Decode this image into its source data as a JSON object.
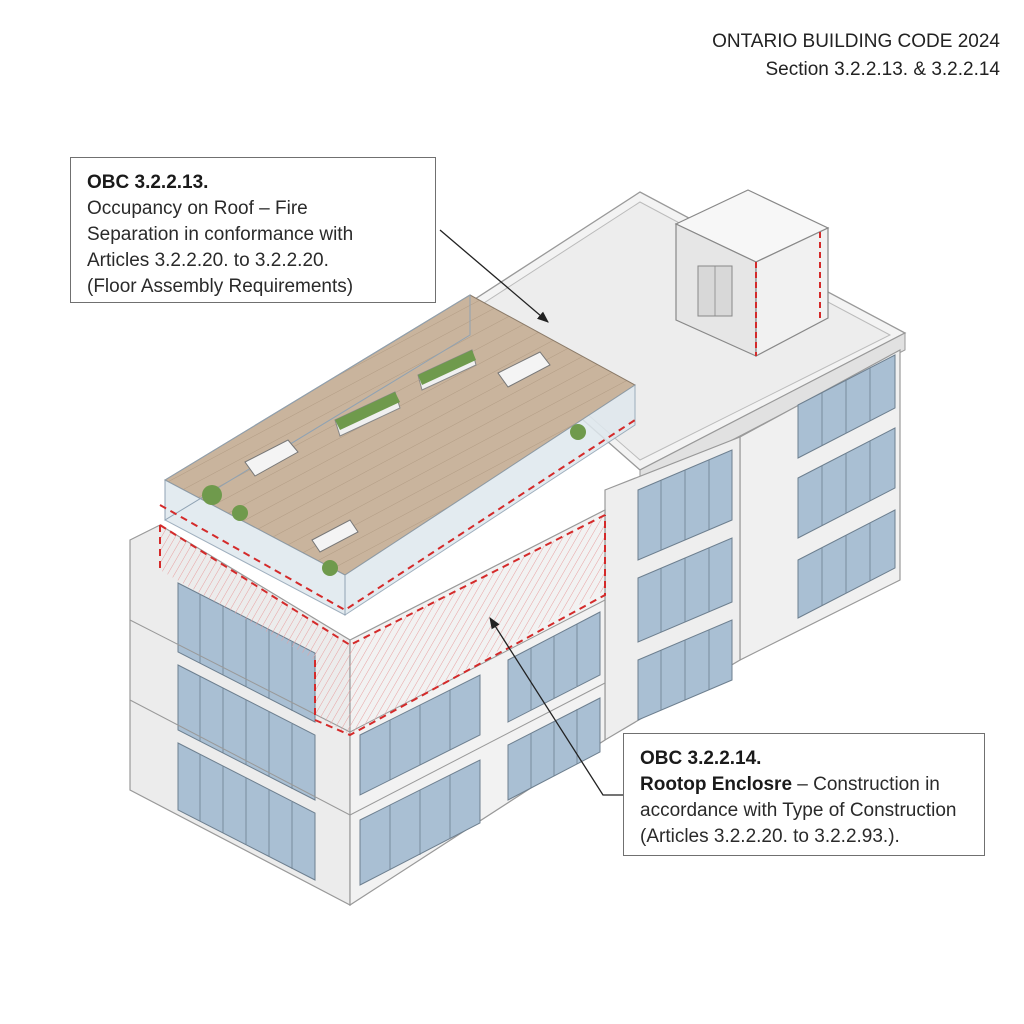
{
  "header": {
    "line1": "ONTARIO BUILDING CODE 2024",
    "line2": "Section 3.2.2.13. & 3.2.2.14"
  },
  "callouts": [
    {
      "id": "OBC 3.2.2.13.",
      "lines": [
        "Occupancy on Roof – Fire",
        "Separation in conformance with",
        "Articles 3.2.2.20. to 3.2.2.20.",
        "(Floor Assembly Requirements)"
      ]
    },
    {
      "id": "OBC 3.2.2.14.",
      "title": "Rootop Enclosre",
      "title_rest": " – Construction in",
      "lines": [
        "accordance with Type of Construction",
        "(Articles 3.2.2.20. to 3.2.2.93.)."
      ]
    }
  ],
  "colors": {
    "fire_separation": "#d42a2a",
    "glass": "#a9bfd3",
    "wall": "#eeeeee",
    "deck": "#c7b29b",
    "planting": "#6f9a4c"
  }
}
